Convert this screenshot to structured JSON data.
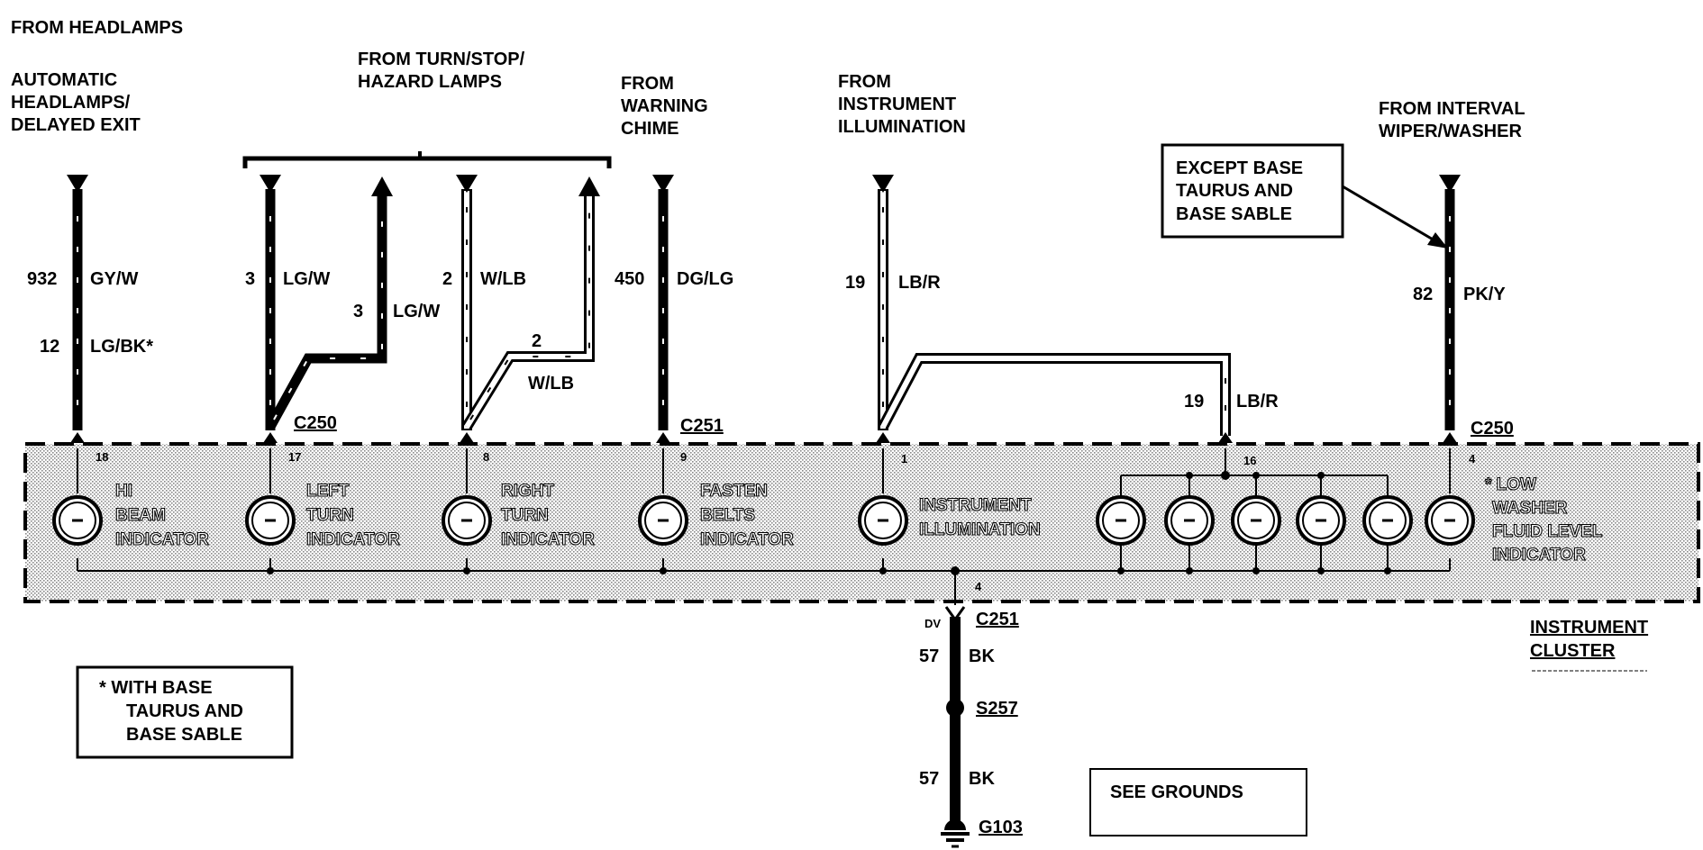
{
  "headers": {
    "from_headlamps": "FROM HEADLAMPS",
    "auto_headlamps": [
      "AUTOMATIC",
      "HEADLAMPS/",
      "DELAYED EXIT"
    ],
    "turn_stop": [
      "FROM TURN/STOP/",
      "HAZARD LAMPS"
    ],
    "warning_chime": [
      "FROM",
      "WARNING",
      "CHIME"
    ],
    "instrument_illum": [
      "FROM",
      "INSTRUMENT",
      "ILLUMINATION"
    ],
    "interval_wiper": [
      "FROM INTERVAL",
      "WIPER/WASHER"
    ]
  },
  "notes": {
    "except_base": [
      "EXCEPT BASE",
      "TAURUS AND",
      "BASE SABLE"
    ],
    "with_base": [
      "*  WITH BASE",
      "TAURUS AND",
      "BASE SABLE"
    ],
    "see_grounds": "SEE GROUNDS"
  },
  "wires": {
    "hi_beam_circuit": "932",
    "hi_beam_color": "GY/W",
    "hi_beam_alt_circuit": "12",
    "hi_beam_alt_color": "LG/BK*",
    "left_turn_circuit": "3",
    "left_turn_color": "LG/W",
    "left_turn_out_circuit": "3",
    "left_turn_out_color": "LG/W",
    "right_turn_circuit": "2",
    "right_turn_color": "W/LB",
    "right_turn_out_circuit": "2",
    "right_turn_out_color": "W/LB",
    "fasten_circuit": "450",
    "fasten_color": "DG/LG",
    "illum_circuit": "19",
    "illum_color": "LB/R",
    "illum_branch_circuit": "19",
    "illum_branch_color": "LB/R",
    "washer_circuit": "82",
    "washer_color": "PK/Y",
    "ground_circuit_1": "57",
    "ground_color_1": "BK",
    "ground_circuit_2": "57",
    "ground_color_2": "BK"
  },
  "connectors": {
    "c250_left": "C250",
    "c251_top": "C251",
    "c250_right": "C250",
    "c251_bottom": "C251",
    "dv": "DV",
    "splice": "S257",
    "ground": "G103"
  },
  "pins": {
    "hi_beam": "18",
    "left_turn": "17",
    "right_turn": "8",
    "fasten": "9",
    "illum": "1",
    "illum_branch": "16",
    "washer": "4",
    "ground": "4"
  },
  "indicators": {
    "hi_beam": [
      "HI",
      "BEAM",
      "INDICATOR"
    ],
    "left_turn": [
      "LEFT",
      "TURN",
      "INDICATOR"
    ],
    "right_turn": [
      "RIGHT",
      "TURN",
      "INDICATOR"
    ],
    "fasten_belts": [
      "FASTEN",
      "BELTS",
      "INDICATOR"
    ],
    "instrument_illum": [
      "INSTRUMENT",
      "ILLUMINATION"
    ],
    "low_washer": [
      "* LOW",
      "WASHER",
      "FLUID LEVEL",
      "INDICATOR"
    ]
  },
  "cluster_label": [
    "INSTRUMENT",
    "CLUSTER"
  ]
}
